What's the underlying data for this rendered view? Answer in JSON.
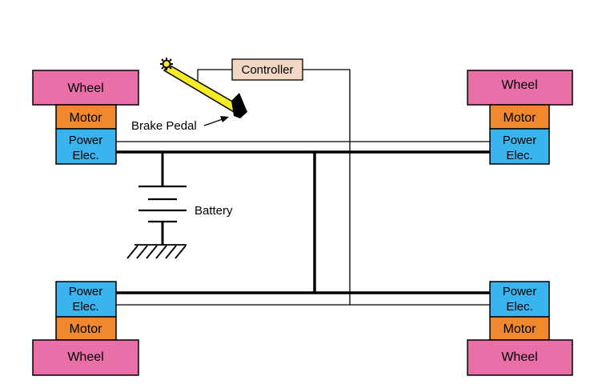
{
  "labels": {
    "wheel": "Wheel",
    "motor": "Motor",
    "power_elec_line1": "Power",
    "power_elec_line2": "Elec.",
    "controller": "Controller",
    "brake_pedal": "Brake Pedal",
    "battery": "Battery"
  },
  "colors": {
    "wheel": "#e96fa9",
    "motor": "#f0892d",
    "power_elec": "#39b4ee",
    "controller": "#f2d7c4",
    "pedal": "#f5ec28",
    "line": "#000000"
  }
}
